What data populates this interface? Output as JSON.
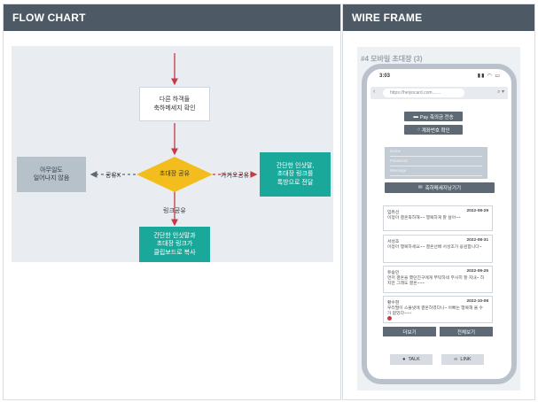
{
  "headers": {
    "left": "FLOW CHART",
    "right": "WIRE FRAME"
  },
  "flow": {
    "top_box": "다른 하객들\n축하메세지 확인",
    "decision": "초대장 공유",
    "left_box": "아무일도\n일어나지 않음",
    "right_box": "간단한 인삿말,\n초대장 링크를\n톡방으로 전달",
    "bottom_box": "간단한 인삿말과\n초대장 링크가\n클립보드로 복사",
    "label_left": "공유X",
    "label_right": "카카오공유",
    "label_bottom": "링크공유",
    "colors": {
      "arrow": "#c43a45",
      "decision": "#f2bd1d",
      "teal": "#1aa89a",
      "grey": "#b7c1ca"
    }
  },
  "wireframe": {
    "title": "#4 모바일 초대장 (3)",
    "status_time": "3:03",
    "url": "https://heiyocard.com.......",
    "pay_button": "Pay 축의금 전송",
    "account_button": "계좌번호 확인",
    "form_fields": [
      "Name",
      "Password",
      "Message"
    ],
    "send_button": "축하메세지남기기",
    "messages": [
      {
        "name": "임유선",
        "date": "2022-08-29",
        "text": "이정아 결혼축하해~~ 행복하게 잘 살아~~"
      },
      {
        "name": "서성조",
        "date": "2022-08-31",
        "text": "이정아 행복하세요~~ 결혼선배 서성조가 응원합니다~"
      },
      {
        "name": "유승민",
        "date": "2022-09-25",
        "text": "먼저 결혼을 했던친구에게 부탁하네 무사히 잘 지내~ 하지만 그래도 결혼~~~"
      },
      {
        "name": "황수현",
        "date": "2022-10-08",
        "text": "우리딸이 스물넷에 결혼하였다니~ 아빠는 행복해 울 수가 없었다~~~"
      }
    ],
    "more_button": "더보기",
    "all_button": "전체보기",
    "talk_button": "TALK",
    "link_button": "LINK"
  }
}
